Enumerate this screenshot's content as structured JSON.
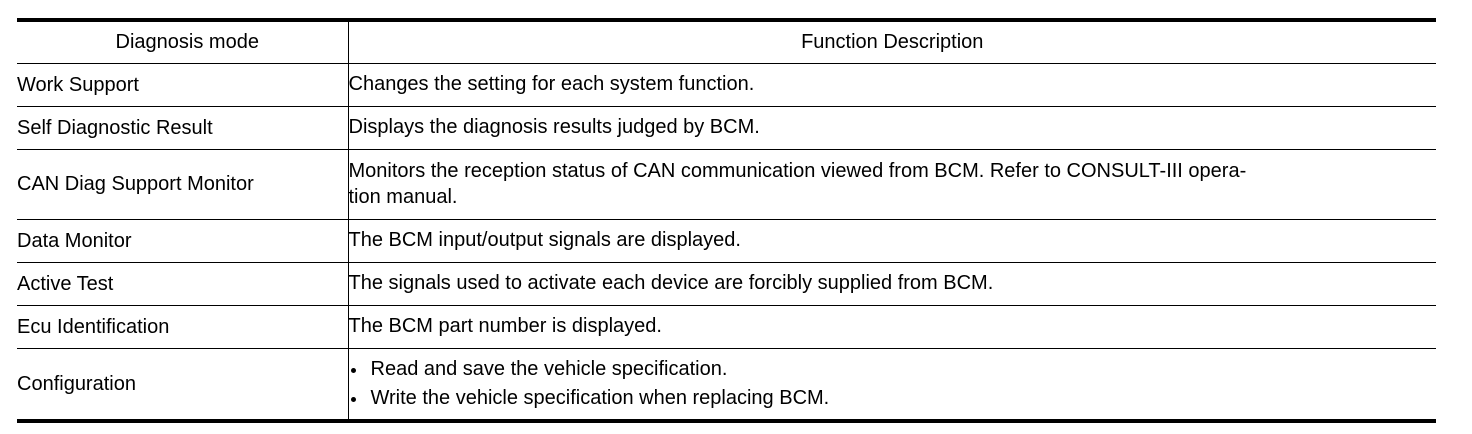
{
  "table": {
    "columns": [
      {
        "key": "mode",
        "header": "Diagnosis mode",
        "align": "center"
      },
      {
        "key": "description",
        "header": "Function Description",
        "align": "center"
      }
    ],
    "rows": [
      {
        "mode": "Work Support",
        "description": "Changes the setting for each system function."
      },
      {
        "mode": "Self Diagnostic Result",
        "description": "Displays the diagnosis results judged by BCM."
      },
      {
        "mode": "CAN Diag Support Monitor",
        "description_line_1": "Monitors the reception status of CAN communication viewed from BCM. Refer to CONSULT-III opera-",
        "description_line_2": "tion manual."
      },
      {
        "mode": "Data Monitor",
        "description": "The BCM input/output signals are displayed."
      },
      {
        "mode": "Active Test",
        "description": "The signals used to activate each device are forcibly supplied from BCM."
      },
      {
        "mode": "Ecu Identification",
        "description": "The BCM part number is displayed."
      },
      {
        "mode": "Configuration",
        "bullets": [
          "Read and save the vehicle specification.",
          "Write the vehicle specification when replacing BCM."
        ]
      }
    ]
  },
  "colors": {
    "text": "#000000",
    "rule": "#000000",
    "background": "#ffffff"
  }
}
